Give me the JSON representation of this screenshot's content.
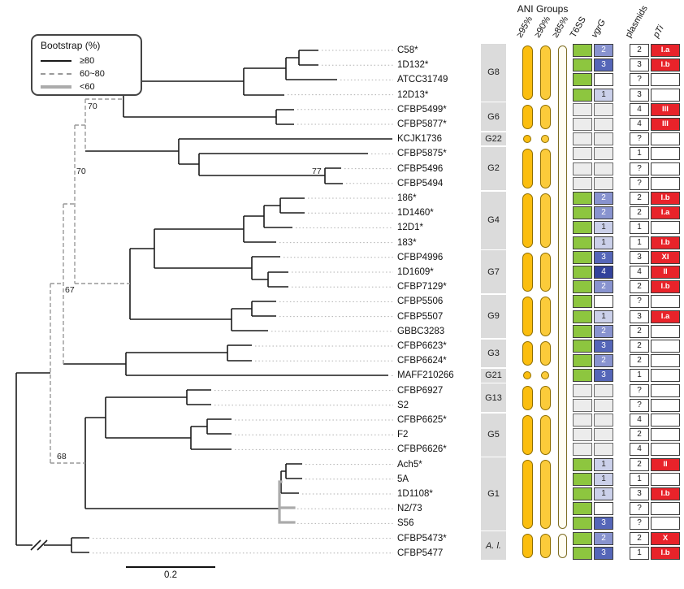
{
  "legend": {
    "title": "Bootstrap (%)",
    "items": [
      {
        "label": "≥80",
        "style": "solid"
      },
      {
        "label": "60~80",
        "style": "dashed"
      },
      {
        "label": "<60",
        "style": "thick"
      }
    ]
  },
  "headers": {
    "ani_title": "ANI Groups",
    "ani95": "≥95%",
    "ani90": "≥90%",
    "ani85": "≥85%",
    "t6ss": "T6SS",
    "vgrg": "vgrG",
    "plasmids": "plasmids",
    "pti": "pTi"
  },
  "bootstrap_labels": [
    "70",
    "70",
    "77",
    "67",
    "68"
  ],
  "scale_bar": {
    "label": "0.2"
  },
  "colors": {
    "ani_gold": "#FBBE0F",
    "ani_gold_light": "#FBCB3A",
    "ani_outline_fill": "#FFFDF2",
    "t6ss_green": "#8DC63F",
    "absent_gray": "#ECECEC",
    "vgrg_1": "#CBD0EA",
    "vgrg_2": "#8893CF",
    "vgrg_3": "#5566B8",
    "vgrg_4": "#32429B",
    "pti_red": "#E8232A",
    "group_band_gray": "#DBDBDB"
  },
  "rows": [
    {
      "name": "C58*",
      "t6ss": true,
      "vgrg": "2",
      "plasmids": "2",
      "pti": "I.a"
    },
    {
      "name": "1D132*",
      "t6ss": true,
      "vgrg": "3",
      "plasmids": "3",
      "pti": "I.b"
    },
    {
      "name": "ATCC31749",
      "t6ss": true,
      "vgrg": "",
      "plasmids": "?",
      "pti": ""
    },
    {
      "name": "12D13*",
      "t6ss": true,
      "vgrg": "1",
      "plasmids": "3",
      "pti": ""
    },
    {
      "name": "CFBP5499*",
      "t6ss": false,
      "vgrg": "",
      "plasmids": "4",
      "pti": "III"
    },
    {
      "name": "CFBP5877*",
      "t6ss": false,
      "vgrg": "",
      "plasmids": "4",
      "pti": "III"
    },
    {
      "name": "KCJK1736",
      "t6ss": false,
      "vgrg": "",
      "plasmids": "?",
      "pti": ""
    },
    {
      "name": "CFBP5875*",
      "t6ss": false,
      "vgrg": "",
      "plasmids": "1",
      "pti": ""
    },
    {
      "name": "CFBP5496",
      "t6ss": false,
      "vgrg": "",
      "plasmids": "?",
      "pti": ""
    },
    {
      "name": "CFBP5494",
      "t6ss": false,
      "vgrg": "",
      "plasmids": "?",
      "pti": ""
    },
    {
      "name": "186*",
      "t6ss": true,
      "vgrg": "2",
      "plasmids": "2",
      "pti": "I.b"
    },
    {
      "name": "1D1460*",
      "t6ss": true,
      "vgrg": "2",
      "plasmids": "2",
      "pti": "I.a"
    },
    {
      "name": "12D1*",
      "t6ss": true,
      "vgrg": "1",
      "plasmids": "1",
      "pti": ""
    },
    {
      "name": "183*",
      "t6ss": true,
      "vgrg": "1",
      "plasmids": "1",
      "pti": "I.b"
    },
    {
      "name": "CFBP4996",
      "t6ss": true,
      "vgrg": "3",
      "plasmids": "3",
      "pti": "XI"
    },
    {
      "name": "1D1609*",
      "t6ss": true,
      "vgrg": "4",
      "plasmids": "4",
      "pti": "II"
    },
    {
      "name": "CFBP7129*",
      "t6ss": true,
      "vgrg": "2",
      "plasmids": "2",
      "pti": "I.b"
    },
    {
      "name": "CFBP5506",
      "t6ss": true,
      "vgrg": "",
      "plasmids": "?",
      "pti": ""
    },
    {
      "name": "CFBP5507",
      "t6ss": true,
      "vgrg": "1",
      "plasmids": "3",
      "pti": "I.a"
    },
    {
      "name": "GBBC3283",
      "t6ss": true,
      "vgrg": "2",
      "plasmids": "2",
      "pti": ""
    },
    {
      "name": "CFBP6623*",
      "t6ss": true,
      "vgrg": "3",
      "plasmids": "2",
      "pti": ""
    },
    {
      "name": "CFBP6624*",
      "t6ss": true,
      "vgrg": "2",
      "plasmids": "2",
      "pti": ""
    },
    {
      "name": "MAFF210266",
      "t6ss": true,
      "vgrg": "3",
      "plasmids": "1",
      "pti": ""
    },
    {
      "name": "CFBP6927",
      "t6ss": false,
      "vgrg": "",
      "plasmids": "?",
      "pti": ""
    },
    {
      "name": "S2",
      "t6ss": false,
      "vgrg": "",
      "plasmids": "?",
      "pti": ""
    },
    {
      "name": "CFBP6625*",
      "t6ss": false,
      "vgrg": "",
      "plasmids": "4",
      "pti": ""
    },
    {
      "name": "F2",
      "t6ss": false,
      "vgrg": "",
      "plasmids": "2",
      "pti": ""
    },
    {
      "name": "CFBP6626*",
      "t6ss": false,
      "vgrg": "",
      "plasmids": "4",
      "pti": ""
    },
    {
      "name": "Ach5*",
      "t6ss": true,
      "vgrg": "1",
      "plasmids": "2",
      "pti": "II"
    },
    {
      "name": "5A",
      "t6ss": true,
      "vgrg": "1",
      "plasmids": "1",
      "pti": ""
    },
    {
      "name": "1D1108*",
      "t6ss": true,
      "vgrg": "1",
      "plasmids": "3",
      "pti": "I.b"
    },
    {
      "name": "N2/73",
      "t6ss": true,
      "vgrg": "",
      "plasmids": "?",
      "pti": ""
    },
    {
      "name": "S56",
      "t6ss": true,
      "vgrg": "3",
      "plasmids": "?",
      "pti": ""
    },
    {
      "name": "CFBP5473*",
      "t6ss": true,
      "vgrg": "2",
      "plasmids": "2",
      "pti": "X"
    },
    {
      "name": "CFBP5477",
      "t6ss": true,
      "vgrg": "3",
      "plasmids": "1",
      "pti": "I.b"
    }
  ],
  "groups": [
    {
      "label": "G8",
      "start": 0,
      "count": 4,
      "marker": "pill",
      "italic": false
    },
    {
      "label": "G6",
      "start": 4,
      "count": 2,
      "marker": "pill",
      "italic": false
    },
    {
      "label": "G22",
      "start": 6,
      "count": 1,
      "marker": "circle",
      "italic": false
    },
    {
      "label": "G2",
      "start": 7,
      "count": 3,
      "marker": "pill",
      "italic": false
    },
    {
      "label": "G4",
      "start": 10,
      "count": 4,
      "marker": "pill",
      "italic": false
    },
    {
      "label": "G7",
      "start": 14,
      "count": 3,
      "marker": "pill",
      "italic": false
    },
    {
      "label": "G9",
      "start": 17,
      "count": 3,
      "marker": "pill",
      "italic": false
    },
    {
      "label": "G3",
      "start": 20,
      "count": 2,
      "marker": "pill",
      "italic": false
    },
    {
      "label": "G21",
      "start": 22,
      "count": 1,
      "marker": "circle",
      "italic": false
    },
    {
      "label": "G13",
      "start": 23,
      "count": 2,
      "marker": "pill",
      "italic": false
    },
    {
      "label": "G5",
      "start": 25,
      "count": 3,
      "marker": "pill",
      "italic": false
    },
    {
      "label": "G1",
      "start": 28,
      "count": 5,
      "marker": "pill",
      "italic": false
    },
    {
      "label": "A. l.",
      "start": 33,
      "count": 2,
      "marker": "pill",
      "italic": true
    }
  ],
  "ani85_spans": [
    {
      "start": 0,
      "count": 33
    },
    {
      "start": 33,
      "count": 2
    }
  ]
}
